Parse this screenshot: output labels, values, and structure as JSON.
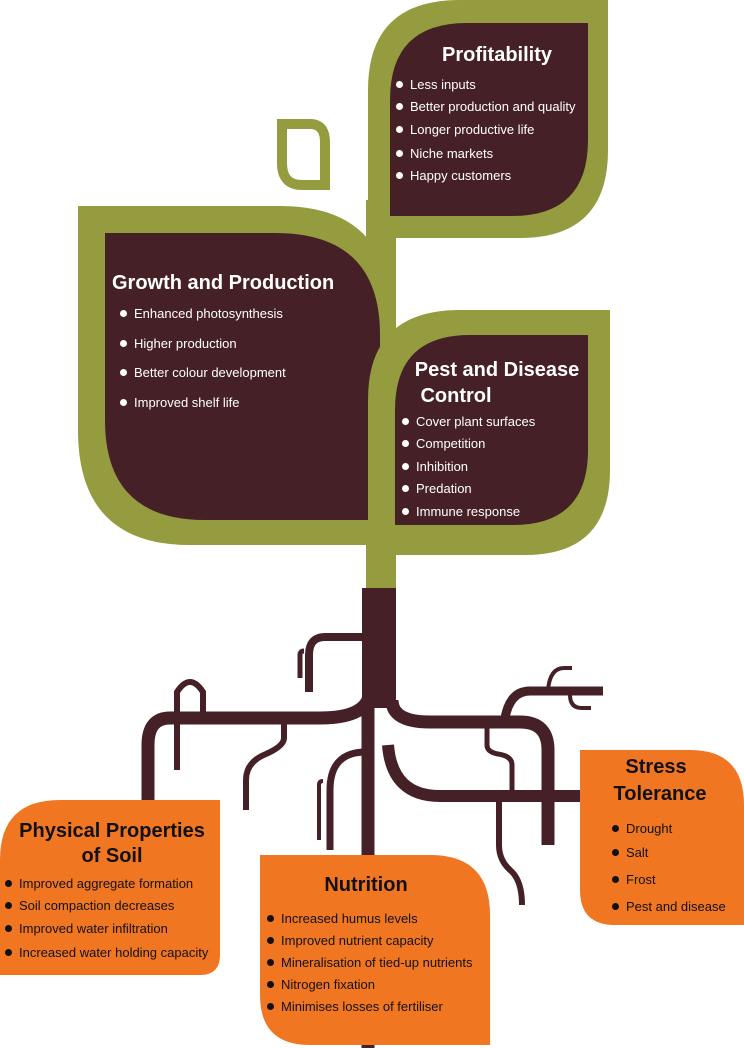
{
  "colors": {
    "leaf_green": "#949c3f",
    "maroon": "#452127",
    "orange": "#f07622"
  },
  "profitability": {
    "title": "Profitability",
    "items": [
      "Less inputs",
      "Better production and quality",
      "Longer productive life",
      "Niche markets",
      "Happy customers"
    ]
  },
  "growth": {
    "title": "Growth and Production",
    "items": [
      "Enhanced photosynthesis",
      "Higher production",
      "Better colour development",
      "Improved shelf life"
    ]
  },
  "pest": {
    "title_line1": "Pest and Disease",
    "title_line2": "Control",
    "items": [
      "Cover plant surfaces",
      "Competition",
      "Inhibition",
      "Predation",
      "Immune response"
    ]
  },
  "physical": {
    "title_line1": "Physical Properties",
    "title_line2": "of Soil",
    "items": [
      "Improved aggregate formation",
      "Soil compaction decreases",
      "Improved water infiltration",
      "Increased water holding capacity"
    ]
  },
  "nutrition": {
    "title": "Nutrition",
    "items": [
      "Increased humus levels",
      "Improved nutrient capacity",
      "Mineralisation of tied-up nutrients",
      "Nitrogen fixation",
      "Minimises losses of fertiliser"
    ]
  },
  "stress": {
    "title_line1": "Stress",
    "title_line2": "Tolerance",
    "items": [
      "Drought",
      "Salt",
      "Frost",
      "Pest and disease"
    ]
  }
}
